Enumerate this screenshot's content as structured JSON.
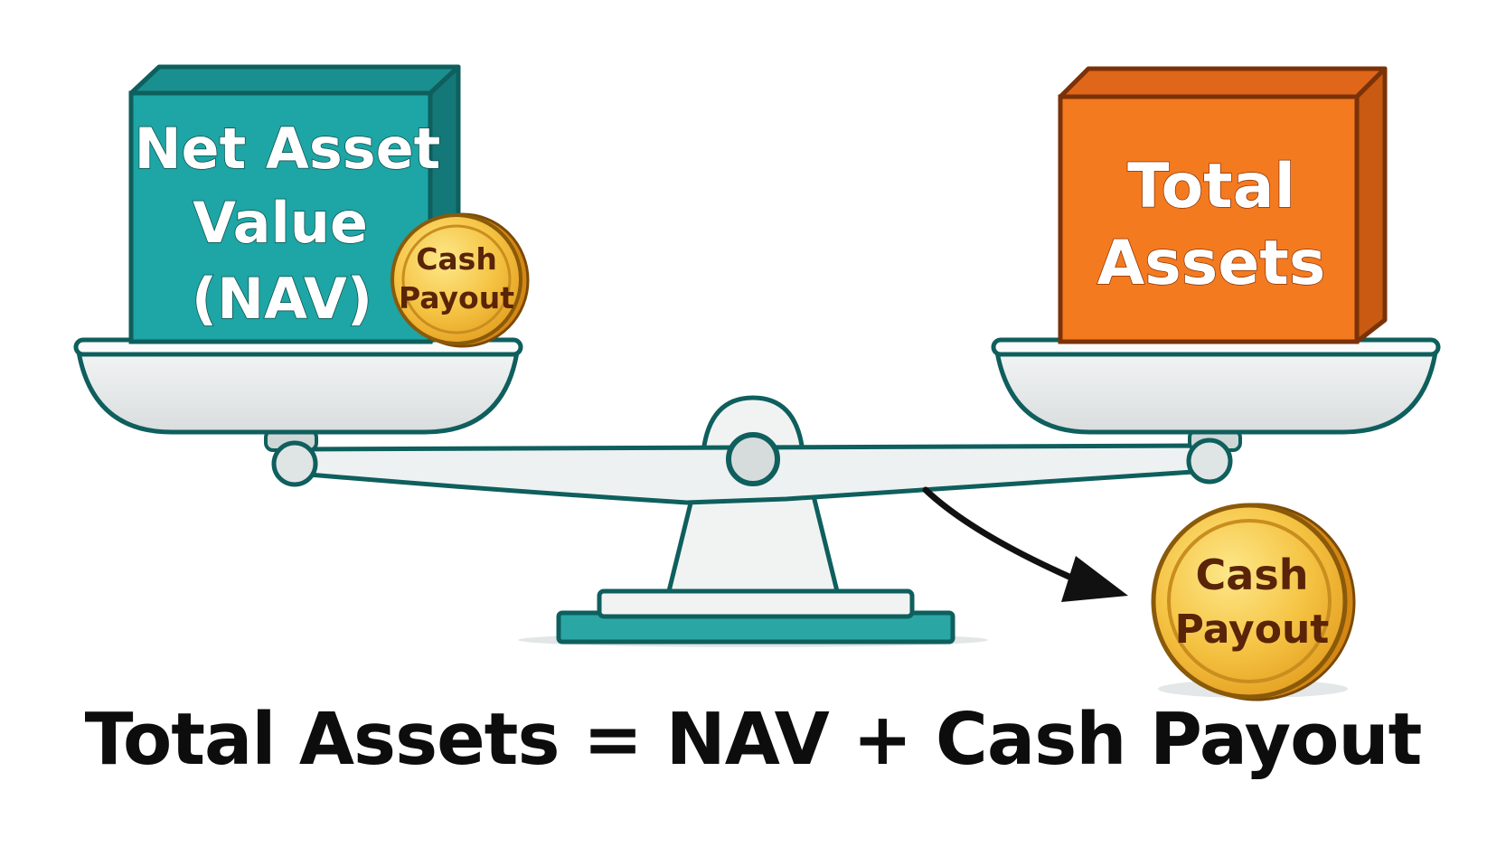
{
  "left_block": {
    "label_lines": [
      "Net Asset",
      "Value",
      "(NAV)"
    ],
    "color": "#1ea5a5",
    "edge_color": "#0e5f5d"
  },
  "right_block": {
    "label_lines": [
      "Total",
      "Assets"
    ],
    "color": "#f47a20",
    "edge_color": "#7a3208"
  },
  "small_coin": {
    "label_lines": [
      "Cash",
      "Payout"
    ]
  },
  "large_coin": {
    "label_lines": [
      "Cash",
      "Payout"
    ]
  },
  "coin_color": "#f2bf3a",
  "scale_outline_color": "#0e5f5d",
  "equation": "Total Assets = NAV + Cash Payout"
}
